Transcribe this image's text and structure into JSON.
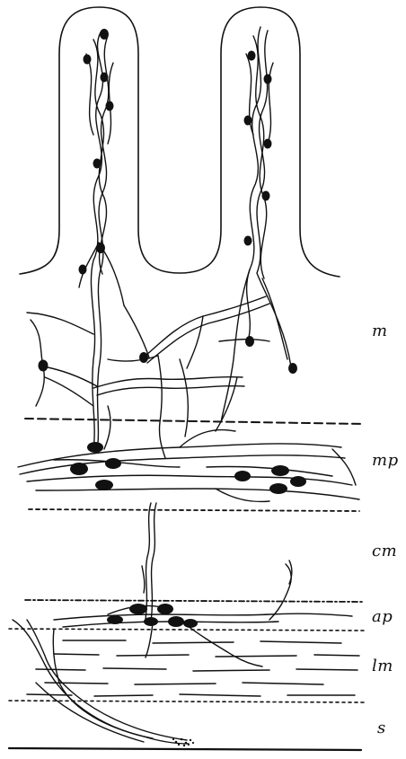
{
  "labels": {
    "m": "m",
    "mp": "mp",
    "cm": "cm",
    "ap": "ap",
    "lm": "lm",
    "s": "s"
  },
  "colors": {
    "ink": "#111111",
    "background": "#ffffff"
  }
}
